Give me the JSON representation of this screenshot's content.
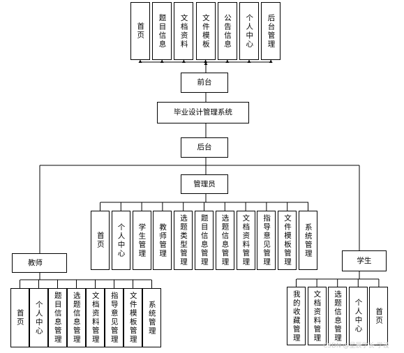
{
  "title_box": "毕业设计管理系统",
  "frontend": {
    "label": "前台",
    "items": [
      "首页",
      "题目信息",
      "文档资料",
      "文件模板",
      "公告信息",
      "个人中心",
      "后台管理"
    ]
  },
  "backend": {
    "label": "后台"
  },
  "admin": {
    "label": "管理员",
    "items": [
      "首页",
      "个人中心",
      "学生管理",
      "教师管理",
      "选题类型管理",
      "题目信息管理",
      "选题信息管理",
      "文档资料管理",
      "指导意见管理",
      "文件模板管理",
      "系统管理"
    ]
  },
  "teacher": {
    "label": "教师",
    "items": [
      "首页",
      "个人中心",
      "题目信息管理",
      "选题信息管理",
      "文档资料管理",
      "指导意见管理",
      "文件模板管理",
      "系统管理"
    ]
  },
  "student": {
    "label": "学生",
    "items": [
      "我的收藏管理",
      "文档资料管理",
      "选题信息管理",
      "个人中心",
      "首页"
    ]
  },
  "watermark": "CSDN @星辰学长-学设"
}
